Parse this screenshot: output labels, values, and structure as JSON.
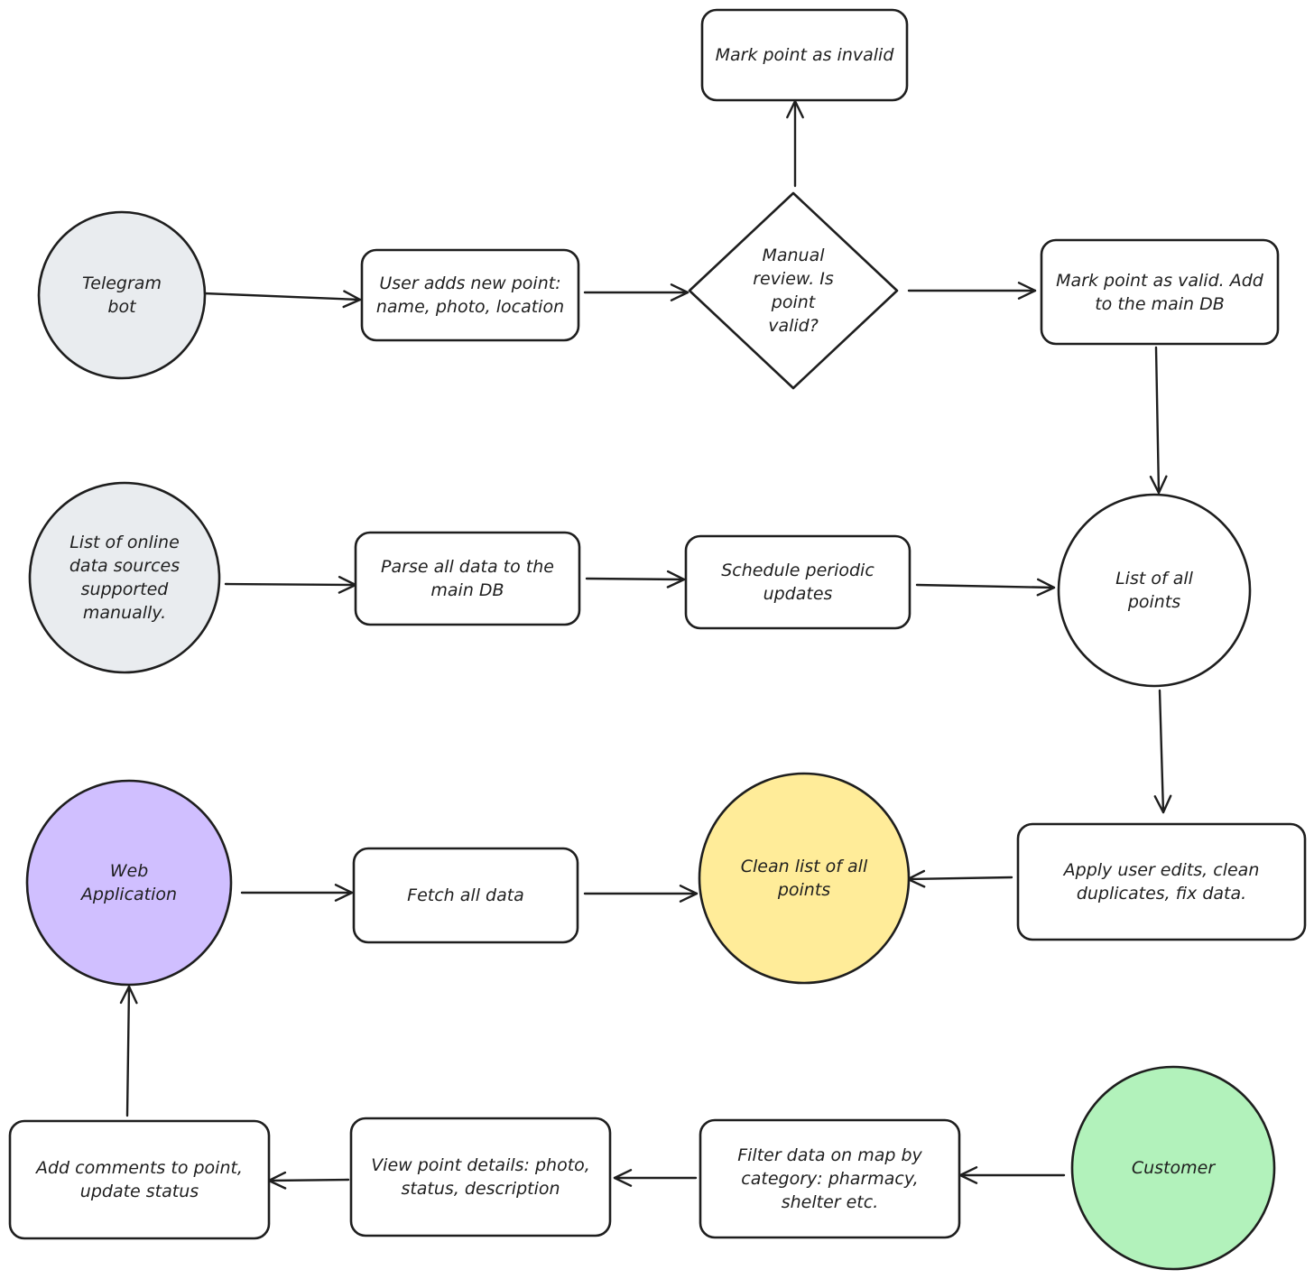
{
  "colors": {
    "stroke": "#1e1e1e",
    "source_gray": "#e9ecef",
    "web_app_purple": "#d0bfff",
    "clean_list_yellow": "#ffec99",
    "customer_green": "#b2f2bb",
    "default_fill": "#ffffff"
  },
  "nodes": {
    "telegram_bot": {
      "text": "Telegram\nbot"
    },
    "user_adds_point": {
      "text": "User adds new point:\nname, photo, location"
    },
    "manual_review": {
      "text": "Manual\nreview. Is\npoint\nvalid?"
    },
    "mark_invalid": {
      "text": "Mark point as invalid"
    },
    "mark_valid": {
      "text": "Mark point as valid. Add\nto the main DB"
    },
    "online_sources": {
      "text": "List of online\ndata sources\nsupported\nmanually."
    },
    "parse_data": {
      "text": "Parse all data to the\nmain DB"
    },
    "schedule_updates": {
      "text": "Schedule periodic\nupdates"
    },
    "all_points": {
      "text": "List of all\npoints"
    },
    "apply_edits": {
      "text": "Apply user edits, clean\nduplicates, fix data."
    },
    "clean_list": {
      "text": "Clean list of all\npoints"
    },
    "fetch_data": {
      "text": "Fetch all data"
    },
    "web_app": {
      "text": "Web\nApplication"
    },
    "customer": {
      "text": "Customer"
    },
    "filter_data": {
      "text": "Filter data on map by\ncategory: pharmacy,\nshelter etc."
    },
    "view_details": {
      "text": "View point details: photo,\nstatus, description"
    },
    "add_comments": {
      "text": "Add comments to point,\nupdate status"
    }
  },
  "edges": [
    {
      "from": "telegram_bot",
      "to": "user_adds_point"
    },
    {
      "from": "user_adds_point",
      "to": "manual_review"
    },
    {
      "from": "manual_review",
      "to": "mark_invalid"
    },
    {
      "from": "manual_review",
      "to": "mark_valid"
    },
    {
      "from": "mark_valid",
      "to": "all_points"
    },
    {
      "from": "online_sources",
      "to": "parse_data"
    },
    {
      "from": "parse_data",
      "to": "schedule_updates"
    },
    {
      "from": "schedule_updates",
      "to": "all_points"
    },
    {
      "from": "all_points",
      "to": "apply_edits"
    },
    {
      "from": "apply_edits",
      "to": "clean_list"
    },
    {
      "from": "web_app",
      "to": "fetch_data"
    },
    {
      "from": "fetch_data",
      "to": "clean_list"
    },
    {
      "from": "customer",
      "to": "filter_data"
    },
    {
      "from": "filter_data",
      "to": "view_details"
    },
    {
      "from": "view_details",
      "to": "add_comments"
    },
    {
      "from": "add_comments",
      "to": "web_app"
    }
  ]
}
